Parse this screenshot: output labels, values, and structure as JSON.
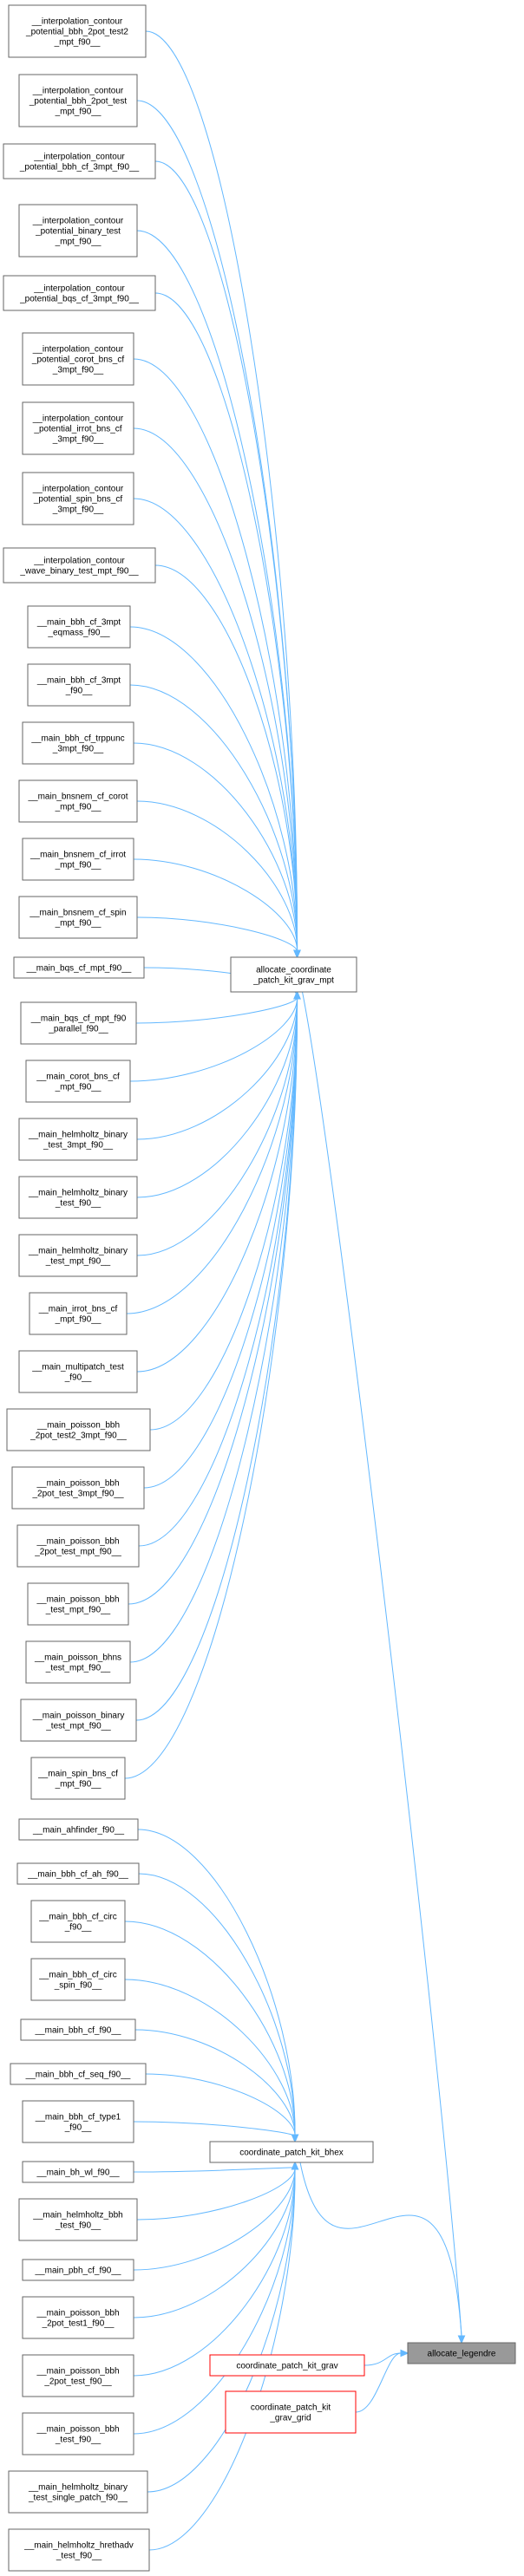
{
  "colors": {
    "edge": "#63b8ff",
    "node_border": "#666666",
    "red_border": "#ff0000",
    "focus_fill": "#999999"
  },
  "nodes": [
    {
      "id": "i1",
      "lines": [
        "__interpolation_contour",
        "_potential_bbh_2pot_test2",
        "_mpt_f90__"
      ]
    },
    {
      "id": "i2",
      "lines": [
        "__interpolation_contour",
        "_potential_bbh_2pot_test",
        "_mpt_f90__"
      ]
    },
    {
      "id": "i3",
      "lines": [
        "__interpolation_contour",
        "_potential_bbh_cf_3mpt_f90__"
      ]
    },
    {
      "id": "i4",
      "lines": [
        "__interpolation_contour",
        "_potential_binary_test",
        "_mpt_f90__"
      ]
    },
    {
      "id": "i5",
      "lines": [
        "__interpolation_contour",
        "_potential_bqs_cf_3mpt_f90__"
      ]
    },
    {
      "id": "i6",
      "lines": [
        "__interpolation_contour",
        "_potential_corot_bns_cf",
        "_3mpt_f90__"
      ]
    },
    {
      "id": "i7",
      "lines": [
        "__interpolation_contour",
        "_potential_irrot_bns_cf",
        "_3mpt_f90__"
      ]
    },
    {
      "id": "i8",
      "lines": [
        "__interpolation_contour",
        "_potential_spin_bns_cf",
        "_3mpt_f90__"
      ]
    },
    {
      "id": "i9",
      "lines": [
        "__interpolation_contour",
        "_wave_binary_test_mpt_f90__"
      ]
    },
    {
      "id": "m1",
      "lines": [
        "__main_bbh_cf_3mpt",
        "_eqmass_f90__"
      ]
    },
    {
      "id": "m2",
      "lines": [
        "__main_bbh_cf_3mpt",
        "_f90__"
      ]
    },
    {
      "id": "m3",
      "lines": [
        "__main_bbh_cf_trppunc",
        "_3mpt_f90__"
      ]
    },
    {
      "id": "m4",
      "lines": [
        "__main_bnsnem_cf_corot",
        "_mpt_f90__"
      ]
    },
    {
      "id": "m5",
      "lines": [
        "__main_bnsnem_cf_irrot",
        "_mpt_f90__"
      ]
    },
    {
      "id": "m6",
      "lines": [
        "__main_bnsnem_cf_spin",
        "_mpt_f90__"
      ]
    },
    {
      "id": "m7",
      "lines": [
        "__main_bqs_cf_mpt_f90__"
      ]
    },
    {
      "id": "m8",
      "lines": [
        "__main_bqs_cf_mpt_f90",
        "_parallel_f90__"
      ]
    },
    {
      "id": "m9",
      "lines": [
        "__main_corot_bns_cf",
        "_mpt_f90__"
      ]
    },
    {
      "id": "m10",
      "lines": [
        "__main_helmholtz_binary",
        "_test_3mpt_f90__"
      ]
    },
    {
      "id": "m11",
      "lines": [
        "__main_helmholtz_binary",
        "_test_f90__"
      ]
    },
    {
      "id": "m12",
      "lines": [
        "__main_helmholtz_binary",
        "_test_mpt_f90__"
      ]
    },
    {
      "id": "m13",
      "lines": [
        "__main_irrot_bns_cf",
        "_mpt_f90__"
      ]
    },
    {
      "id": "m14",
      "lines": [
        "__main_multipatch_test",
        "_f90__"
      ]
    },
    {
      "id": "m15",
      "lines": [
        "__main_poisson_bbh",
        "_2pot_test2_3mpt_f90__"
      ]
    },
    {
      "id": "m16",
      "lines": [
        "__main_poisson_bbh",
        "_2pot_test_3mpt_f90__"
      ]
    },
    {
      "id": "m17",
      "lines": [
        "__main_poisson_bbh",
        "_2pot_test_mpt_f90__"
      ]
    },
    {
      "id": "m18",
      "lines": [
        "__main_poisson_bbh",
        "_test_mpt_f90__"
      ]
    },
    {
      "id": "m19",
      "lines": [
        "__main_poisson_bhns",
        "_test_mpt_f90__"
      ]
    },
    {
      "id": "m20",
      "lines": [
        "__main_poisson_binary",
        "_test_mpt_f90__"
      ]
    },
    {
      "id": "m21",
      "lines": [
        "__main_spin_bns_cf",
        "_mpt_f90__"
      ]
    },
    {
      "id": "b1",
      "lines": [
        "__main_ahfinder_f90__"
      ]
    },
    {
      "id": "b2",
      "lines": [
        "__main_bbh_cf_ah_f90__"
      ]
    },
    {
      "id": "b3",
      "lines": [
        "__main_bbh_cf_circ",
        "_f90__"
      ]
    },
    {
      "id": "b4",
      "lines": [
        "__main_bbh_cf_circ",
        "_spin_f90__"
      ]
    },
    {
      "id": "b5",
      "lines": [
        "__main_bbh_cf_f90__"
      ]
    },
    {
      "id": "b6",
      "lines": [
        "__main_bbh_cf_seq_f90__"
      ]
    },
    {
      "id": "b7",
      "lines": [
        "__main_bbh_cf_type1",
        "_f90__"
      ]
    },
    {
      "id": "b8",
      "lines": [
        "__main_bh_wl_f90__"
      ]
    },
    {
      "id": "b9",
      "lines": [
        "__main_helmholtz_bbh",
        "_test_f90__"
      ]
    },
    {
      "id": "b10",
      "lines": [
        "__main_pbh_cf_f90__"
      ]
    },
    {
      "id": "b11",
      "lines": [
        "__main_poisson_bbh",
        "_2pot_test1_f90__"
      ]
    },
    {
      "id": "b12",
      "lines": [
        "__main_poisson_bbh",
        "_2pot_test_f90__"
      ]
    },
    {
      "id": "b13",
      "lines": [
        "__main_poisson_bbh",
        "_test_f90__"
      ]
    },
    {
      "id": "b14",
      "lines": [
        "__main_helmholtz_binary",
        "_test_single_patch_f90__"
      ]
    },
    {
      "id": "b15",
      "lines": [
        "__main_helmholtz_hrethadv",
        "_test_f90__"
      ]
    },
    {
      "id": "hub1",
      "lines": [
        "allocate_coordinate",
        "_patch_kit_grav_mpt"
      ]
    },
    {
      "id": "hub2",
      "lines": [
        "coordinate_patch_kit_bhex"
      ]
    },
    {
      "id": "r1",
      "lines": [
        "coordinate_patch_kit_grav"
      ]
    },
    {
      "id": "r2",
      "lines": [
        "coordinate_patch_kit",
        "_grav_grid"
      ]
    },
    {
      "id": "focus",
      "lines": [
        "allocate_legendre"
      ]
    }
  ]
}
